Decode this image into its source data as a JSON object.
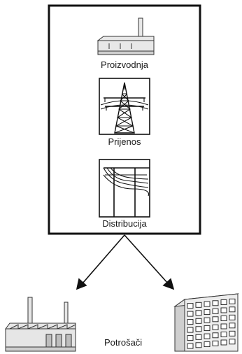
{
  "stages": [
    {
      "label": "Proizvodnja",
      "icon": "power-plant-icon"
    },
    {
      "label": "Prijenos",
      "icon": "transmission-tower-icon"
    },
    {
      "label": "Distribucija",
      "icon": "distribution-pole-icon"
    }
  ],
  "consumers": {
    "label": "Potrošači",
    "icons": [
      "factory-icon",
      "apartment-building-icon"
    ]
  },
  "colors": {
    "stroke": "#1a1a1a",
    "factory_fill": "#e6e6e6",
    "window_fill": "#ffffff"
  }
}
